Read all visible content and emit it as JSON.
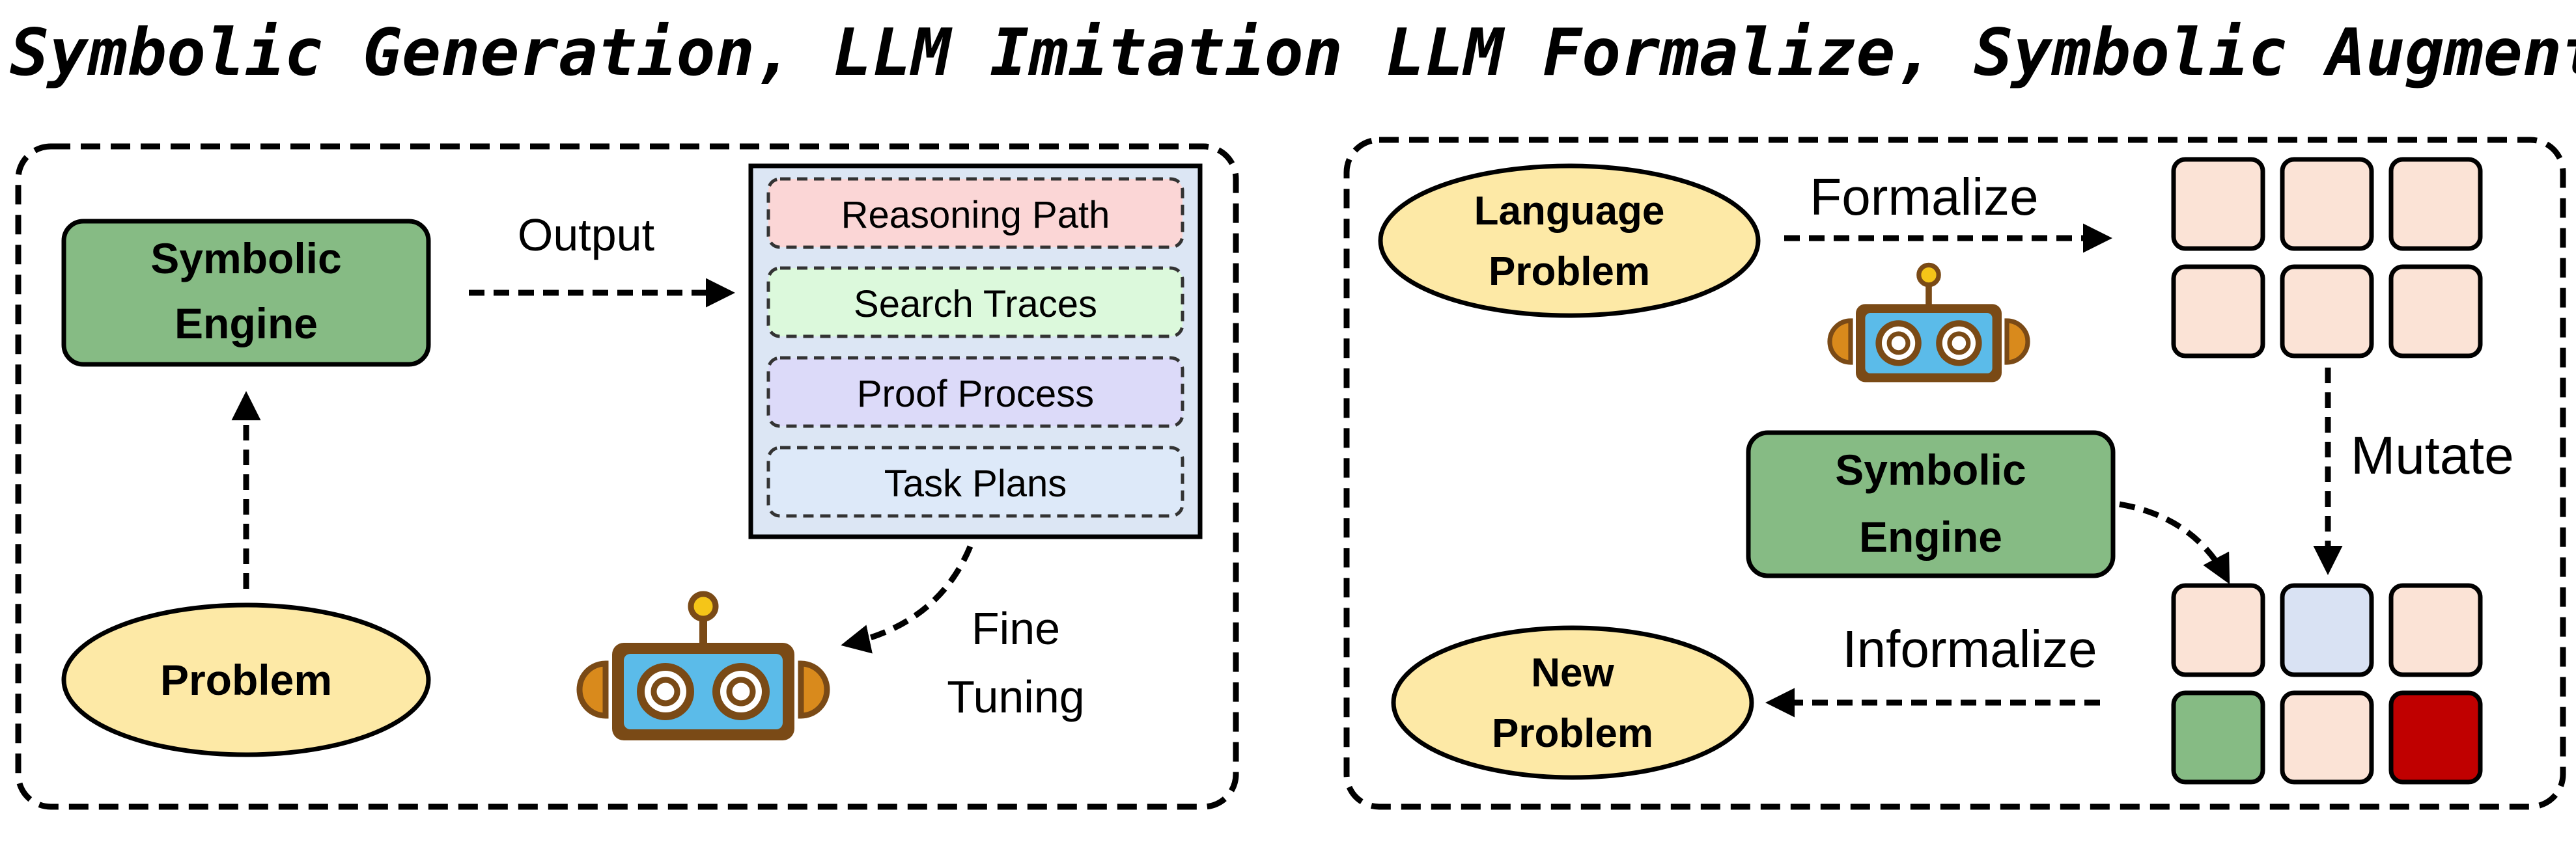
{
  "left": {
    "title": "Symbolic Generation, LLM Imitation",
    "symbolic_engine": [
      "Symbolic",
      "Engine"
    ],
    "problem": "Problem",
    "output_label": "Output",
    "outputs": [
      "Reasoning Path",
      "Search Traces",
      "Proof Process",
      "Task Plans"
    ],
    "fine_tuning": [
      "Fine",
      "Tuning"
    ]
  },
  "right": {
    "title": "LLM Formalize, Symbolic Augment",
    "language_problem": [
      "Language",
      "Problem"
    ],
    "formalize_label": "Formalize",
    "mutate_label": "Mutate",
    "symbolic_engine": [
      "Symbolic",
      "Engine"
    ],
    "informalize_label": "Informalize",
    "new_problem": [
      "New",
      "Problem"
    ]
  },
  "colors": {
    "engine_green": "#86bb84",
    "problem_yellow": "#fde9a6",
    "reasoning_pink": "#fbd6d6",
    "search_green": "#dcf9dc",
    "proof_purple": "#dcdaf9",
    "task_blue": "#dde9f9",
    "panel_blue": "#dce6f4",
    "grid_peach": "#fbe3d6",
    "grid_blue": "#d9e2f3",
    "grid_red": "#c00000",
    "robot_blue": "#5bbbe9",
    "robot_brown": "#7a4a16",
    "robot_orange": "#d98a1c"
  }
}
